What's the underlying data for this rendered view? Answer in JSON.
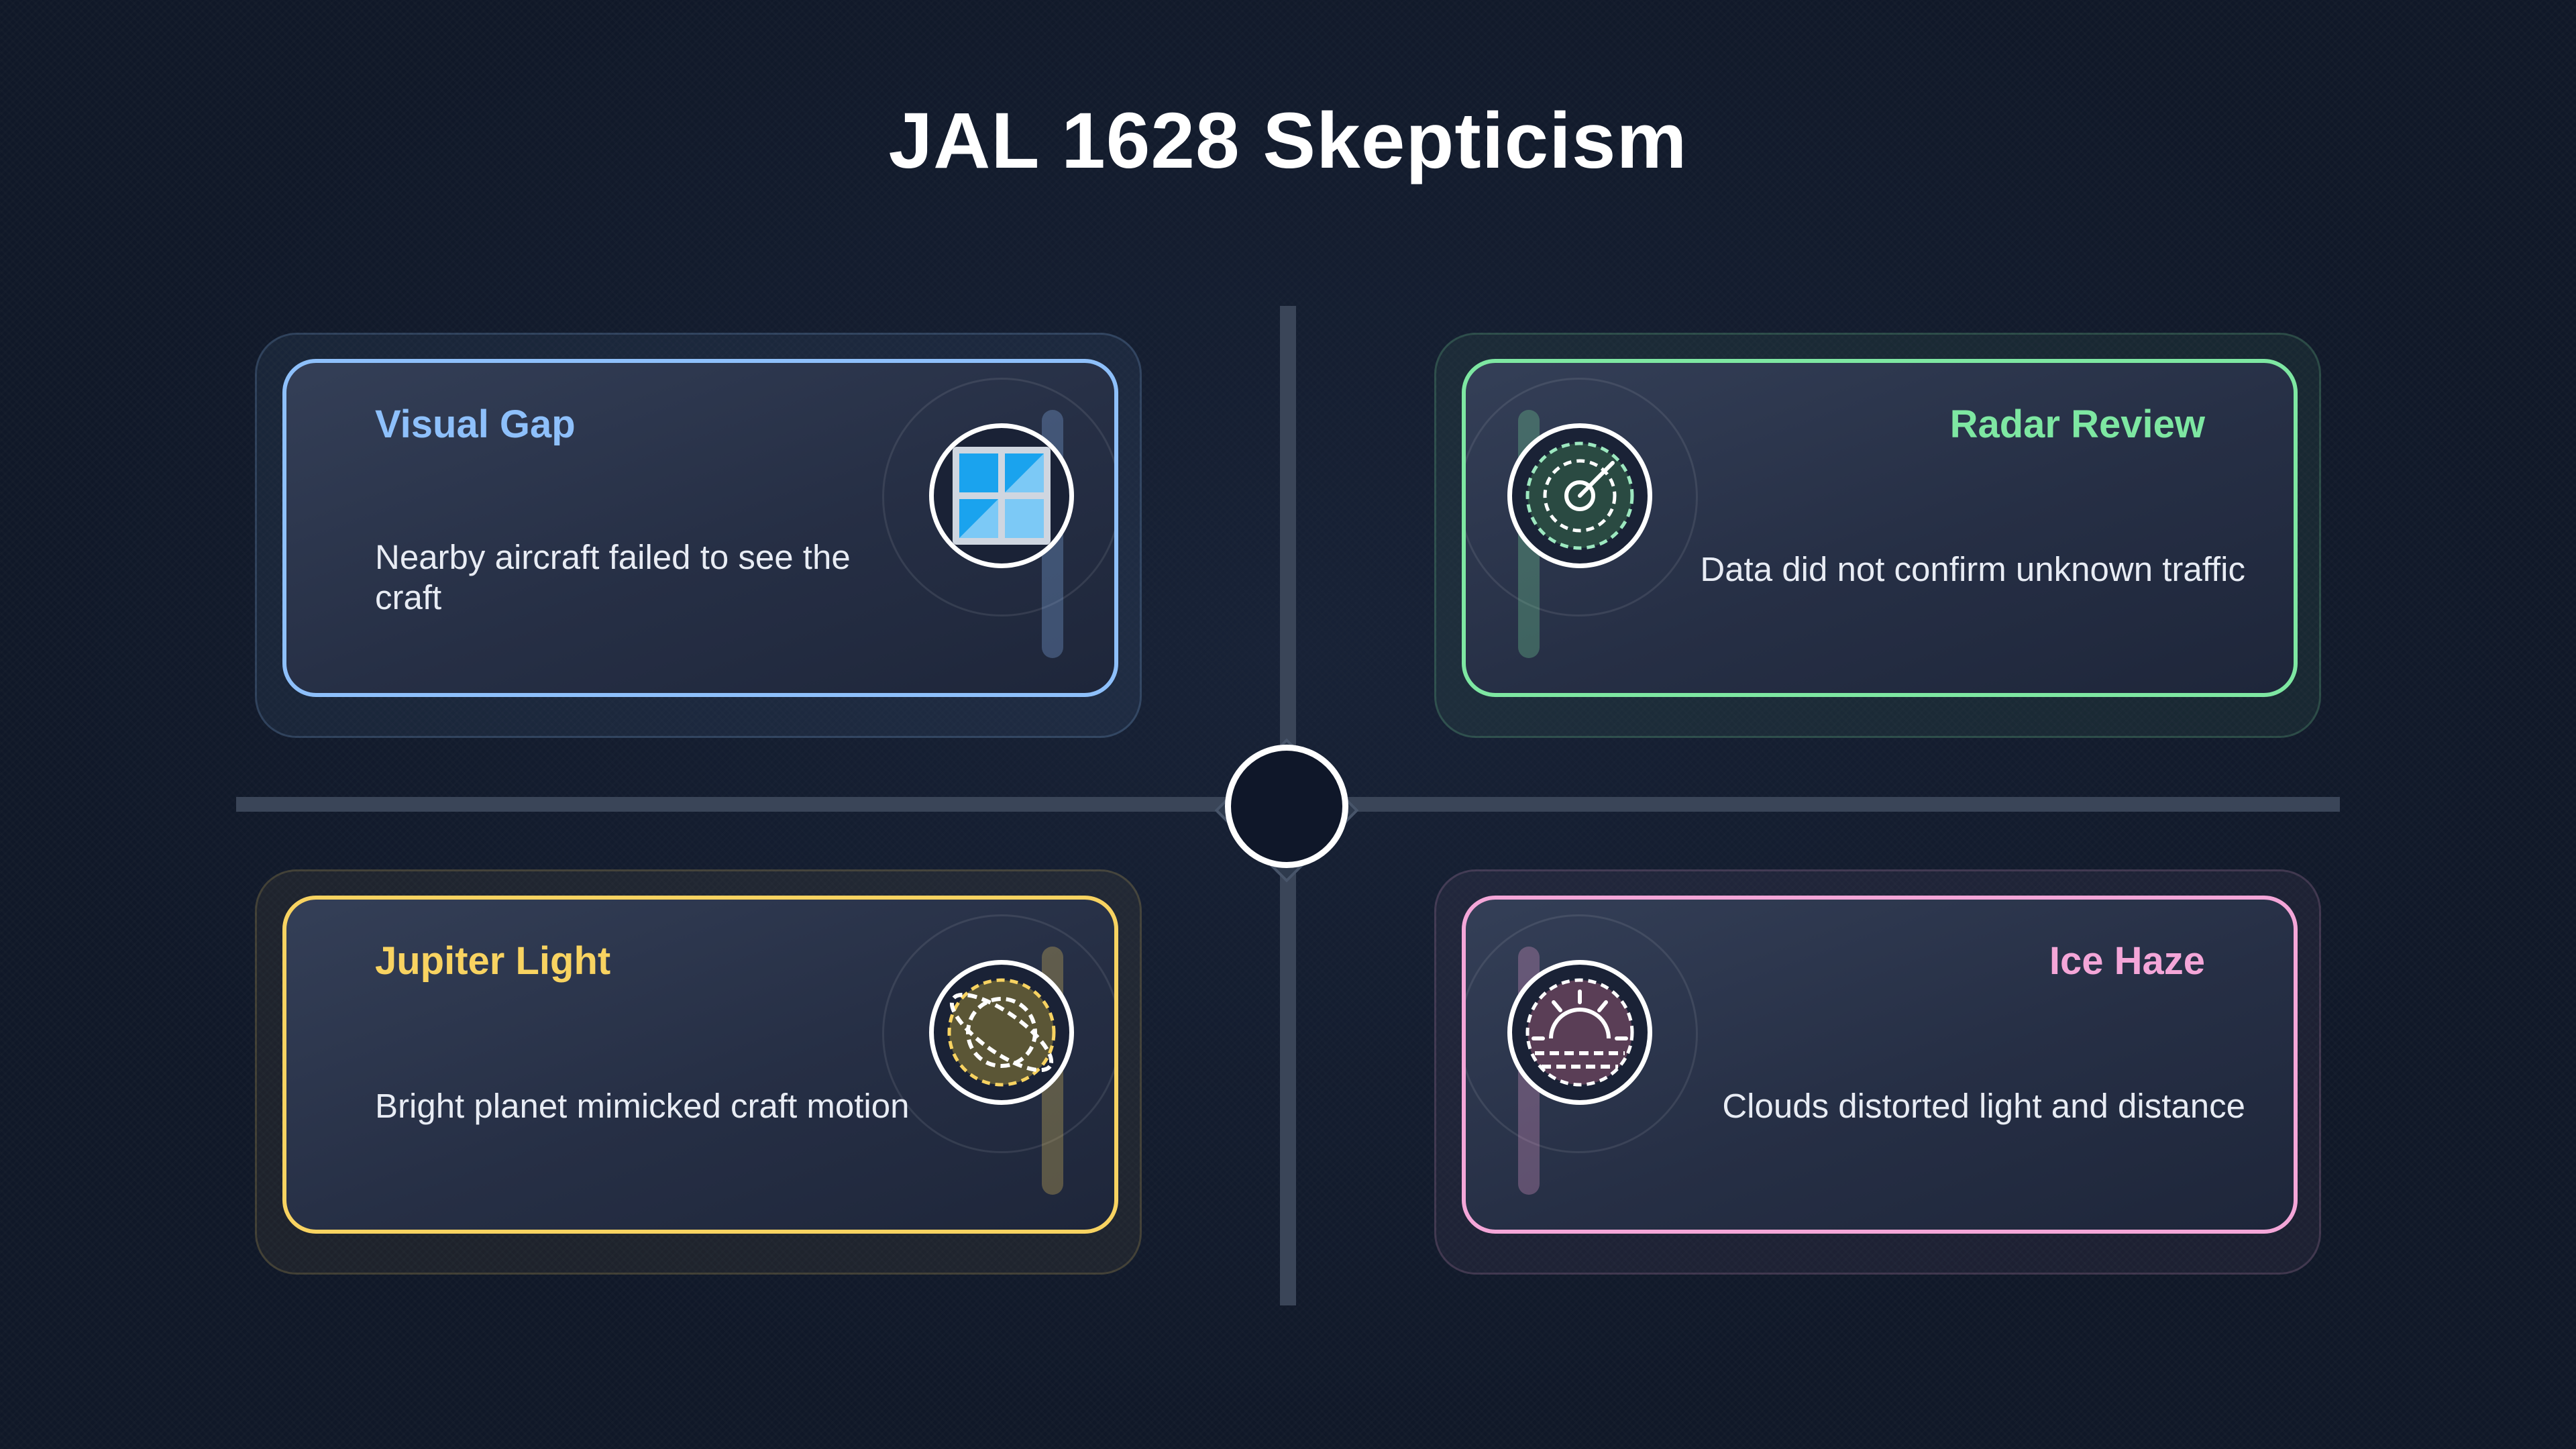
{
  "title": "JAL 1628 Skepticism",
  "colors": {
    "blue": "#8ec0fb",
    "green": "#7ee7a2",
    "yellow": "#f8d361",
    "pink": "#f4a6d8",
    "axis": "#3a4558",
    "background": "#101828"
  },
  "cards": [
    {
      "title": "Visual Gap",
      "desc": "Nearby aircraft failed to see the craft",
      "icon": "window-icon",
      "color": "#8ec0fb"
    },
    {
      "title": "Radar Review",
      "desc": "Data did not confirm unknown traffic",
      "icon": "radar-icon",
      "color": "#7ee7a2"
    },
    {
      "title": "Jupiter Light",
      "desc": "Bright planet mimicked craft motion",
      "icon": "planet-icon",
      "color": "#f8d361"
    },
    {
      "title": "Ice Haze",
      "desc": "Clouds distorted light and distance",
      "icon": "haze-icon",
      "color": "#f4a6d8"
    }
  ]
}
